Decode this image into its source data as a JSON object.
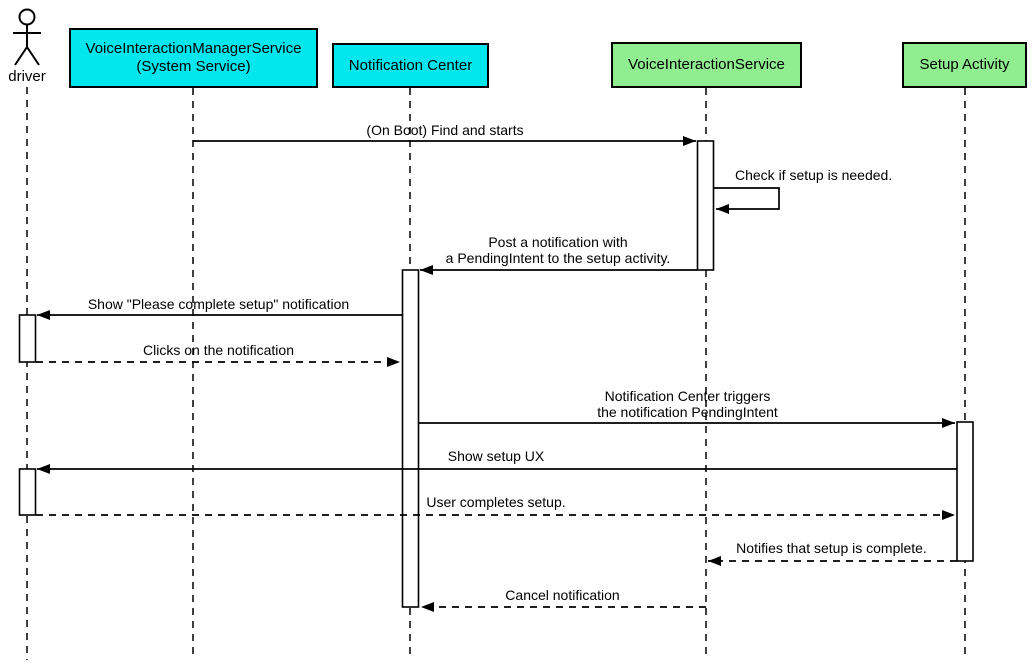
{
  "diagram": {
    "type": "uml-sequence",
    "background": "#ffffff",
    "line_color": "#000000",
    "participant_colors": {
      "system": "#00e7ee",
      "service": "#90ee90"
    }
  },
  "participants": [
    {
      "id": "driver",
      "label": "driver",
      "kind": "actor"
    },
    {
      "id": "vims",
      "label": "VoiceInteractionManagerService\n(System Service)",
      "kind": "box",
      "color": "#00e7ee"
    },
    {
      "id": "nc",
      "label": "Notification Center",
      "kind": "box",
      "color": "#00e7ee"
    },
    {
      "id": "vis",
      "label": "VoiceInteractionService",
      "kind": "box",
      "color": "#90ee90"
    },
    {
      "id": "setup",
      "label": "Setup Activity",
      "kind": "box",
      "color": "#90ee90"
    }
  ],
  "messages": [
    {
      "text": "(On Boot) Find and starts",
      "from": "vims",
      "to": "vis",
      "style": "solid"
    },
    {
      "text": "Check if setup is needed.",
      "from": "vis",
      "to": "vis",
      "style": "solid-self"
    },
    {
      "text": "Post a notification with\na PendingIntent to the setup activity.",
      "from": "vis",
      "to": "nc",
      "style": "solid"
    },
    {
      "text": "Show \"Please complete setup\" notification",
      "from": "nc",
      "to": "driver",
      "style": "solid"
    },
    {
      "text": "Clicks on the notification",
      "from": "driver",
      "to": "nc",
      "style": "dashed"
    },
    {
      "text": "Notification Center triggers\nthe notification PendingIntent",
      "from": "nc",
      "to": "setup",
      "style": "solid"
    },
    {
      "text": "Show setup UX",
      "from": "setup",
      "to": "driver",
      "style": "solid"
    },
    {
      "text": "User completes setup.",
      "from": "driver",
      "to": "setup",
      "style": "dashed"
    },
    {
      "text": "Notifies that setup is complete.",
      "from": "setup",
      "to": "vis",
      "style": "dashed"
    },
    {
      "text": "Cancel notification",
      "from": "vis",
      "to": "nc",
      "style": "dashed"
    }
  ]
}
